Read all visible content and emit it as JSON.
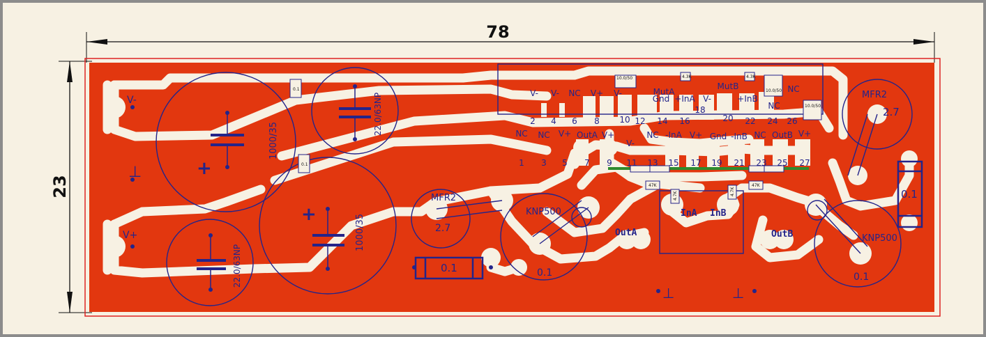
{
  "dimensions": {
    "width": "78",
    "height": "23"
  },
  "pins_top_upper": [
    "V-",
    "V-",
    "NC",
    "V+",
    "V-",
    "Gnd",
    "MutA",
    "+InA",
    "V-",
    "MutB",
    "+InB",
    "NC",
    "NC"
  ],
  "pins_top_numbers": [
    "2",
    "4",
    "6",
    "8",
    "10",
    "12",
    "14",
    "16",
    "18",
    "20",
    "22",
    "24",
    "26"
  ],
  "pins_bottom_upper": [
    "NC",
    "NC",
    "V+",
    "OutA",
    "V+",
    "V-",
    "NC",
    "-InA",
    "V+",
    "Gnd",
    "-InB",
    "NC",
    "OutB",
    "V+"
  ],
  "pins_bottom_numbers": [
    "1",
    "3",
    "5",
    "7",
    "9",
    "11",
    "13",
    "15",
    "17",
    "19",
    "21",
    "23",
    "25",
    "27"
  ],
  "left_labels": {
    "vminus": "V-",
    "vplus": "V+",
    "ground": "⊥"
  },
  "components": {
    "c_big_top": "1000/35",
    "c_big_bottom": "1000/35",
    "c_np_top": "22.0/63NP",
    "c_np_bottom": "22.0/63NP",
    "res_mfr_left": "MFR2",
    "res_mfr_left_val": "2.7",
    "res_mfr_right": "MFR2",
    "res_mfr_right_val": "2.7",
    "knp_left": "KNP500",
    "knp_right": "KNP500",
    "knp_left_val": "0.1",
    "knp_right_val": "0.1",
    "cap_small_left": "0.1",
    "cap_small_right": "0.1"
  },
  "out_labels": {
    "outA": "OutA",
    "outB": "OutB",
    "inA": "InA",
    "inB": "InB"
  },
  "ground_symbols": [
    "⊥",
    "⊥"
  ],
  "smd_labels": {
    "cap_top_left1": "0.1",
    "cap_top_left2": "0.1",
    "cap_10_50_a": "10.0/50",
    "cap_10_50_b": "10.0/50",
    "cap_10_50_c": "10.0/50",
    "res_47k_a": "47K",
    "res_47k_b": "47K",
    "res_47k_c": "4.7K",
    "res_47k_d": "4.7K",
    "res_43k_a": "4.3K",
    "res_43k_b": "4.3K"
  },
  "colors": {
    "copper": "#e2370f",
    "silk": "#f7f1e3",
    "ink": "#24248a",
    "accent": "#2e8b2e",
    "border": "#d22"
  }
}
